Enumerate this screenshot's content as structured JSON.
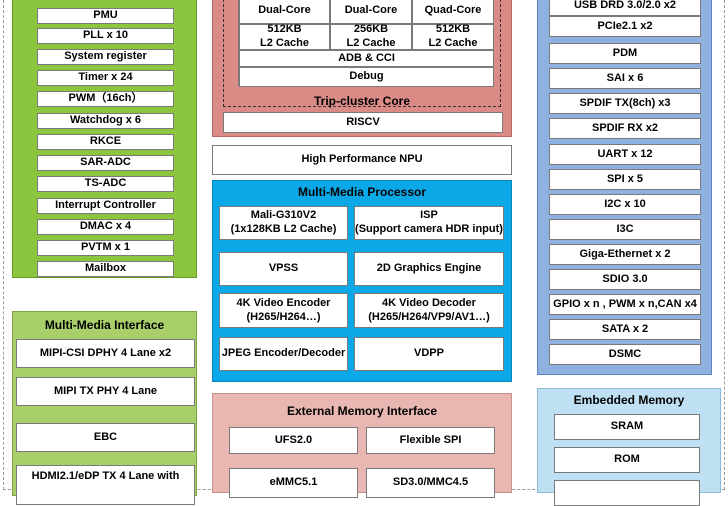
{
  "left_top": {
    "items": [
      "PMU",
      "PLL x 10",
      "System register",
      "Timer x 24",
      "PWM（16ch）",
      "Watchdog x 6",
      "RKCE",
      "SAR-ADC",
      "TS-ADC",
      "Interrupt Controller",
      "DMAC x 4",
      "PVTM x 1",
      "Mailbox"
    ]
  },
  "mm_interface": {
    "title": "Multi-Media Interface",
    "items": [
      "MIPI-CSI DPHY 4 Lane x2",
      "MIPI TX PHY 4 Lane",
      "EBC",
      "HDMI2.1/eDP  TX 4 Lane with"
    ]
  },
  "cpu": {
    "cells": [
      {
        "label": "Dual-Core",
        "cache": "512KB\nL2 Cache"
      },
      {
        "label": "Dual-Core",
        "cache": "256KB\nL2 Cache"
      },
      {
        "label": "Quad-Core",
        "cache": "512KB\nL2 Cache"
      }
    ],
    "adb": "ADB & CCI",
    "debug": "Debug",
    "cluster_title": "Trip-cluster Core",
    "riscv": "RISCV"
  },
  "npu": "High Performance NPU",
  "mmp": {
    "title": "Multi-Media Processor",
    "items": [
      "Mali-G310V2\n(1x128KB L2 Cache)",
      "ISP\n(Support camera HDR input)",
      "VPSS",
      "2D Graphics Engine",
      "4K Video Encoder\n(H265/H264…)",
      "4K Video Decoder\n(H265/H264/VP9/AV1…)",
      "JPEG Encoder/Decoder",
      "VDPP"
    ]
  },
  "emi": {
    "title": "External Memory Interface",
    "items": [
      "UFS2.0",
      "Flexible SPI",
      "eMMC5.1",
      "SD3.0/MMC4.5"
    ]
  },
  "right": {
    "items": [
      "USB DRD 3.0/2.0 x2",
      "PCIe2.1 x2",
      "PDM",
      "SAI x 6",
      "SPDIF TX(8ch) x3",
      "SPDIF RX x2",
      "UART x 12",
      "SPI x 5",
      "I2C x 10",
      "I3C",
      "Giga-Ethernet x 2",
      "SDIO 3.0",
      "GPIO x n , PWM x n,CAN x4",
      "SATA x 2",
      "DSMC"
    ]
  },
  "emb": {
    "title": "Embedded Memory",
    "items": [
      "SRAM",
      "ROM",
      ""
    ]
  },
  "colors": {
    "green": "#8cc63f",
    "blue": "#8fb1e0",
    "cyan": "#0ba8e8",
    "salmon": "#db8b86",
    "pink": "#e8b7b2",
    "sky": "#bfe0f3"
  }
}
